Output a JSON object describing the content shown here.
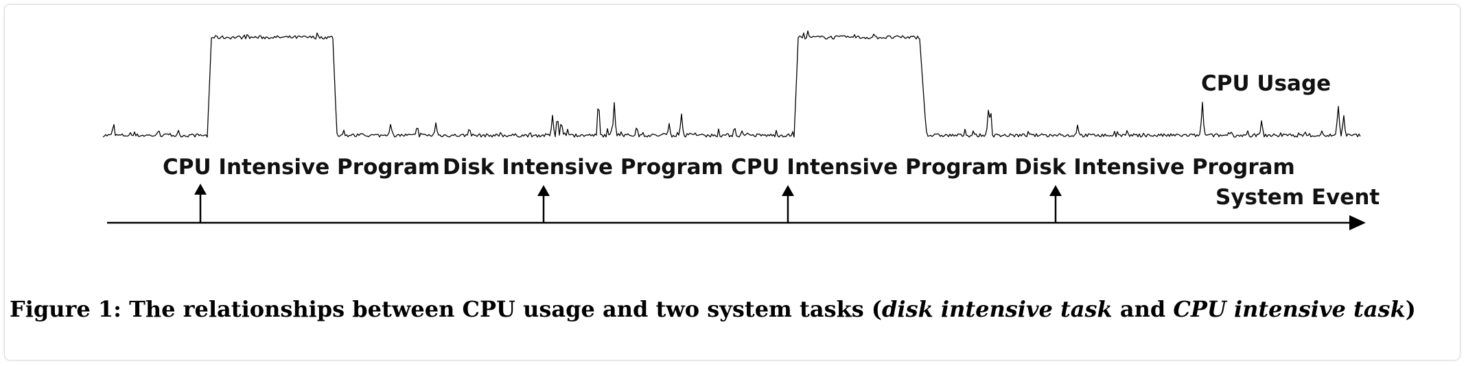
{
  "labels": {
    "cpu_usage": "CPU Usage",
    "system_event": "System Event",
    "events": [
      "CPU Intensive Program",
      "Disk Intensive Program",
      "CPU Intensive Program",
      "Disk Intensive Program"
    ]
  },
  "caption": {
    "prefix": "Figure 1: The relationships between CPU usage and two system tasks (",
    "italic1": "disk intensive task",
    "middle": " and ",
    "italic2": "CPU intensive task",
    "suffix": ")"
  }
}
